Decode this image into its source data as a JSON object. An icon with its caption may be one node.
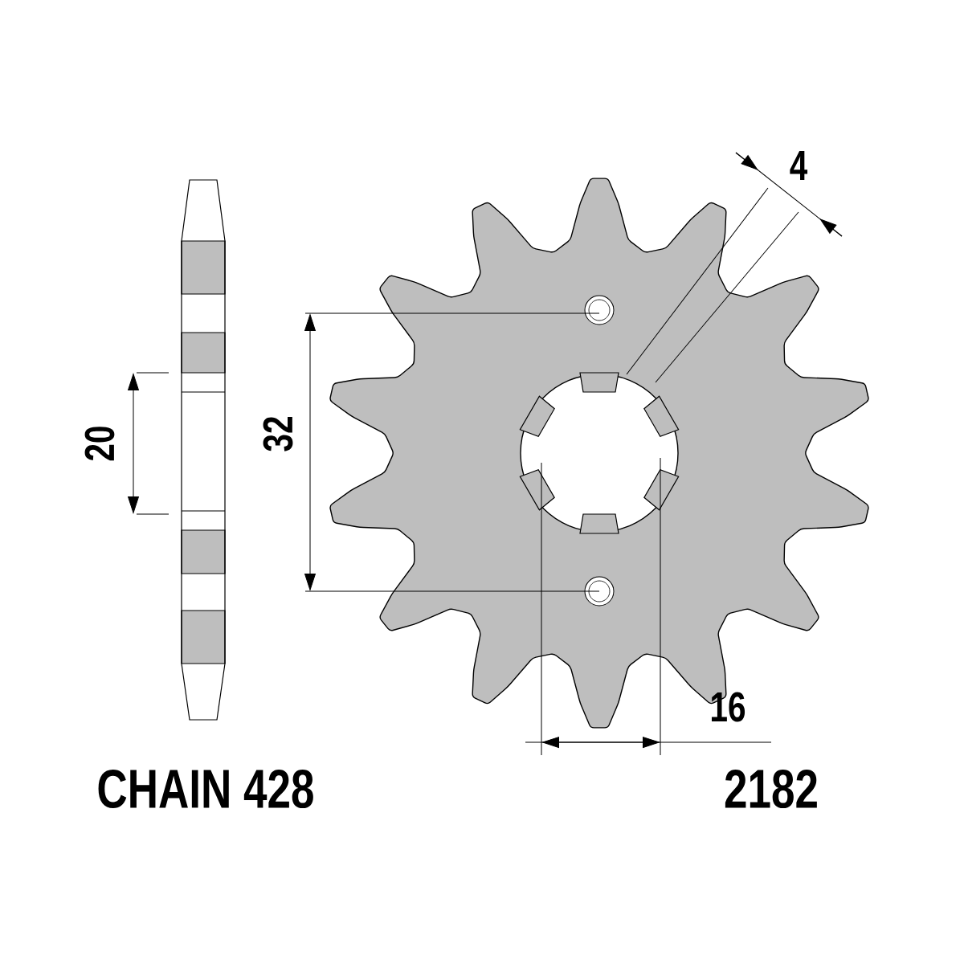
{
  "diagram": {
    "labels": [
      "4",
      "20",
      "32",
      "16",
      "CHAIN 428",
      "2182"
    ]
  }
}
